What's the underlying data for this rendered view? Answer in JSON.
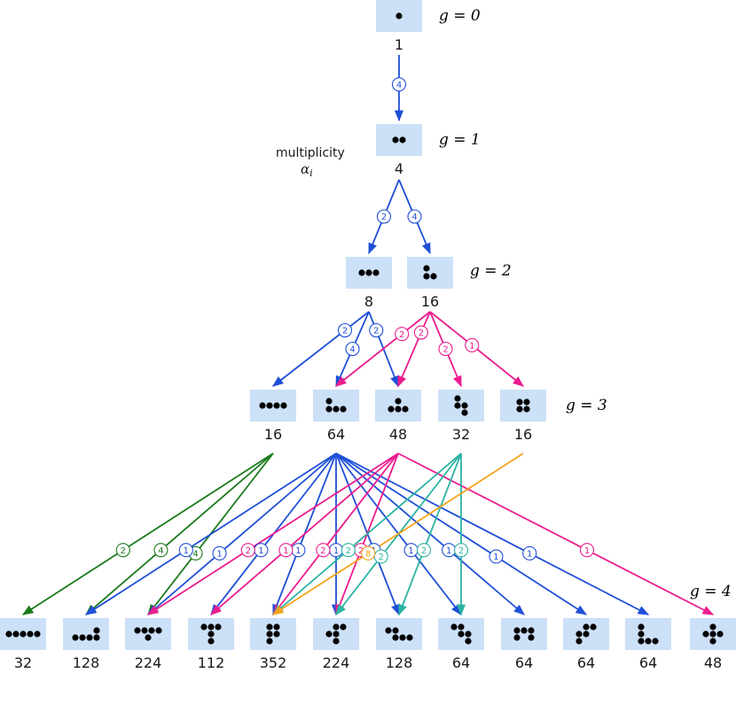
{
  "colors": {
    "box": "#cce0f7",
    "blue": "#1f4fd8",
    "magenta": "#ec1c8e",
    "green": "#1a7a1a",
    "teal": "#2bb3a3",
    "orange": "#f5a31a"
  },
  "note": {
    "line1": "multiplicity",
    "line2": "α",
    "sub": "i"
  },
  "levels": [
    {
      "label": "g = 0"
    },
    {
      "label": "g = 1"
    },
    {
      "label": "g = 2"
    },
    {
      "label": "g = 3"
    },
    {
      "label": "g = 4"
    }
  ],
  "nodes": [
    {
      "id": "a0",
      "mult": "1"
    },
    {
      "id": "b0",
      "mult": "4"
    },
    {
      "id": "c0",
      "mult": "8"
    },
    {
      "id": "c1",
      "mult": "16"
    },
    {
      "id": "d0",
      "mult": "16"
    },
    {
      "id": "d1",
      "mult": "64"
    },
    {
      "id": "d2",
      "mult": "48"
    },
    {
      "id": "d3",
      "mult": "32"
    },
    {
      "id": "d4",
      "mult": "16"
    },
    {
      "id": "e0",
      "mult": "32"
    },
    {
      "id": "e1",
      "mult": "128"
    },
    {
      "id": "e2",
      "mult": "224"
    },
    {
      "id": "e3",
      "mult": "112"
    },
    {
      "id": "e4",
      "mult": "352"
    },
    {
      "id": "e5",
      "mult": "224"
    },
    {
      "id": "e6",
      "mult": "128"
    },
    {
      "id": "e7",
      "mult": "64"
    },
    {
      "id": "e8",
      "mult": "64"
    },
    {
      "id": "e9",
      "mult": "64"
    },
    {
      "id": "e10",
      "mult": "64"
    },
    {
      "id": "e11",
      "mult": "48"
    }
  ],
  "edges": [
    {
      "from": "a0",
      "to": "b0",
      "color": "blue",
      "weight": "4"
    },
    {
      "from": "b0",
      "to": "c0",
      "color": "blue",
      "weight": "2"
    },
    {
      "from": "b0",
      "to": "c1",
      "color": "blue",
      "weight": "4"
    },
    {
      "from": "c0",
      "to": "d0",
      "color": "blue",
      "weight": "2"
    },
    {
      "from": "c0",
      "to": "d1",
      "color": "blue",
      "weight": "4"
    },
    {
      "from": "c0",
      "to": "d2",
      "color": "blue",
      "weight": "2"
    },
    {
      "from": "c1",
      "to": "d1",
      "color": "magenta",
      "weight": "2"
    },
    {
      "from": "c1",
      "to": "d2",
      "color": "magenta",
      "weight": "2"
    },
    {
      "from": "c1",
      "to": "d3",
      "color": "magenta",
      "weight": "2"
    },
    {
      "from": "c1",
      "to": "d4",
      "color": "magenta",
      "weight": "1"
    },
    {
      "from": "d0",
      "to": "e0",
      "color": "green",
      "weight": "2"
    },
    {
      "from": "d0",
      "to": "e1",
      "color": "green",
      "weight": "4"
    },
    {
      "from": "d0",
      "to": "e2",
      "color": "green",
      "weight": "4"
    },
    {
      "from": "d1",
      "to": "e1",
      "color": "blue",
      "weight": "1"
    },
    {
      "from": "d1",
      "to": "e2",
      "color": "blue",
      "weight": "1"
    },
    {
      "from": "d1",
      "to": "e3",
      "color": "blue",
      "weight": "1"
    },
    {
      "from": "d1",
      "to": "e4",
      "color": "blue",
      "weight": "1"
    },
    {
      "from": "d1",
      "to": "e5",
      "color": "blue",
      "weight": "1"
    },
    {
      "from": "d1",
      "to": "e6",
      "color": "blue",
      "weight": "1"
    },
    {
      "from": "d1",
      "to": "e7",
      "color": "blue",
      "weight": "1"
    },
    {
      "from": "d1",
      "to": "e8",
      "color": "blue",
      "weight": "1"
    },
    {
      "from": "d1",
      "to": "e9",
      "color": "blue",
      "weight": "1"
    },
    {
      "from": "d1",
      "to": "e10",
      "color": "blue",
      "weight": "1"
    },
    {
      "from": "d2",
      "to": "e2",
      "color": "magenta",
      "weight": "2"
    },
    {
      "from": "d2",
      "to": "e3",
      "color": "magenta",
      "weight": "1"
    },
    {
      "from": "d2",
      "to": "e4",
      "color": "magenta",
      "weight": "2"
    },
    {
      "from": "d2",
      "to": "e5",
      "color": "magenta",
      "weight": "2"
    },
    {
      "from": "d2",
      "to": "e11",
      "color": "magenta",
      "weight": "1"
    },
    {
      "from": "d3",
      "to": "e4",
      "color": "teal",
      "weight": "2"
    },
    {
      "from": "d3",
      "to": "e5",
      "color": "teal",
      "weight": "2"
    },
    {
      "from": "d3",
      "to": "e6",
      "color": "teal",
      "weight": "2"
    },
    {
      "from": "d3",
      "to": "e7",
      "color": "teal",
      "weight": "2"
    },
    {
      "from": "d4",
      "to": "e4",
      "color": "orange",
      "weight": "8"
    }
  ]
}
